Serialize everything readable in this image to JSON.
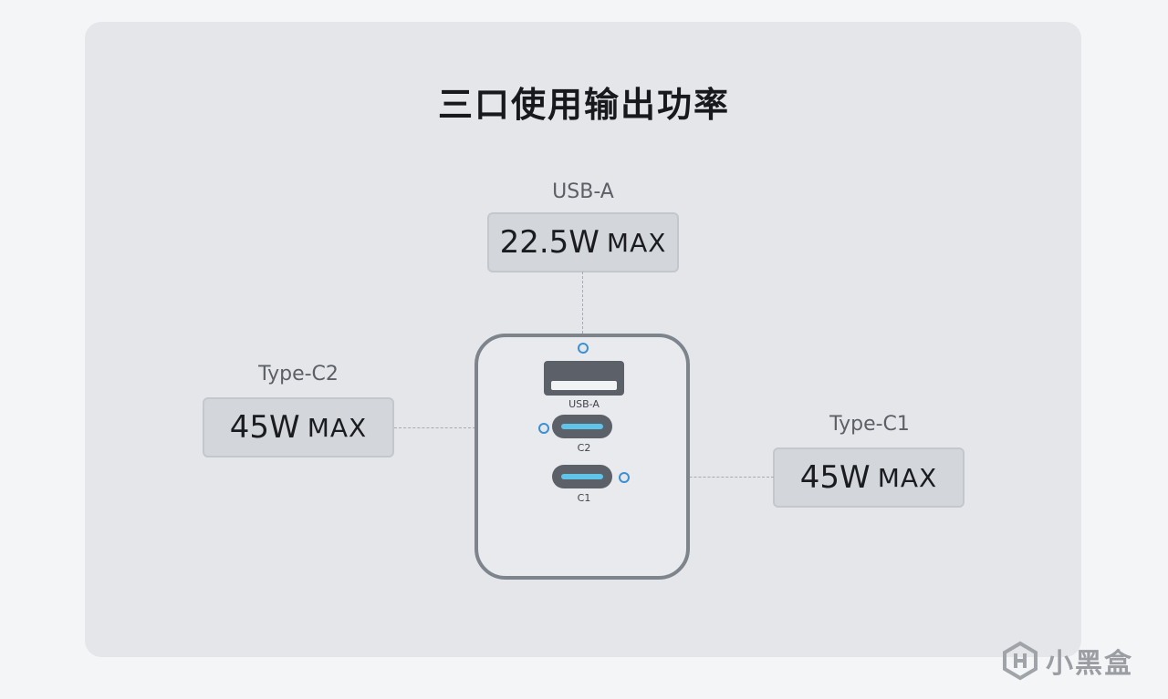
{
  "title": "三口使用输出功率",
  "ports": {
    "usb_a": {
      "label": "USB-A",
      "value": "22.5W",
      "max": "MAX",
      "tag": "USB-A"
    },
    "type_c2": {
      "label": "Type-C2",
      "value": "45W",
      "max": "MAX",
      "tag": "C2"
    },
    "type_c1": {
      "label": "Type-C1",
      "value": "45W",
      "max": "MAX",
      "tag": "C1"
    }
  },
  "watermark": {
    "text": "小黑盒",
    "icon": "heybox-logo-icon"
  },
  "colors": {
    "accent_dot": "#3a8fd6",
    "type_c_inner": "#5fc3ea",
    "panel_bg": "#e4e6ea"
  }
}
